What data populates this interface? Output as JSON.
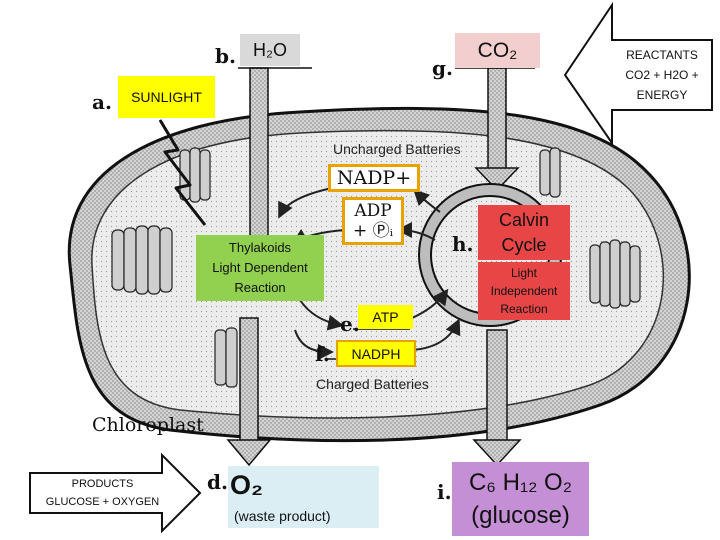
{
  "letters": {
    "a": "a.",
    "b": "b.",
    "d": "d.",
    "e": "e.",
    "f": "f.",
    "g": "g.",
    "h": "h.",
    "i": "i."
  },
  "labels": {
    "sunlight": "SUNLIGHT",
    "water": "H₂O",
    "co2": "CO₂",
    "uncharged": "Uncharged Batteries",
    "nadp": "NADP+",
    "adp_line1": "ADP",
    "adp_line2": "+ Ⓟᵢ",
    "thylakoids_line1": "Thylakoids",
    "thylakoids_line2": "Light Dependent",
    "thylakoids_line3": "Reaction",
    "atp": "ATP",
    "nadph": "NADPH",
    "charged": "Charged Batteries",
    "chloroplast": "Chloroplast",
    "calvin_line1": "Calvin",
    "calvin_line2": "Cycle",
    "light_ind_line1": "Light",
    "light_ind_line2": "Independent",
    "light_ind_line3": "Reaction",
    "oxygen": "O₂",
    "waste": "(waste product)",
    "glucose_line1": "C₆ H₁₂ O₂",
    "glucose_line2": "(glucose)"
  },
  "reactants": {
    "title": "REACTANTS",
    "line1": "CO2 + H2O +",
    "line2": "ENERGY"
  },
  "products": {
    "title": "PRODUCTS",
    "line1": "GLUCOSE + OXYGEN"
  },
  "colors": {
    "sunlight_box": "#ffff00",
    "h2o_box": "#d9d9d9",
    "co2_box": "#f2cece",
    "orange_outline": "#e9a200",
    "calvin_box": "#e84646",
    "thylakoid_box": "#92d050",
    "light_ind_box": "#e84646",
    "atp_box": "#ffff00",
    "nadph_box": "#ffff00",
    "o2_box": "#dbeef4",
    "glucose_box": "#c58fd6"
  }
}
